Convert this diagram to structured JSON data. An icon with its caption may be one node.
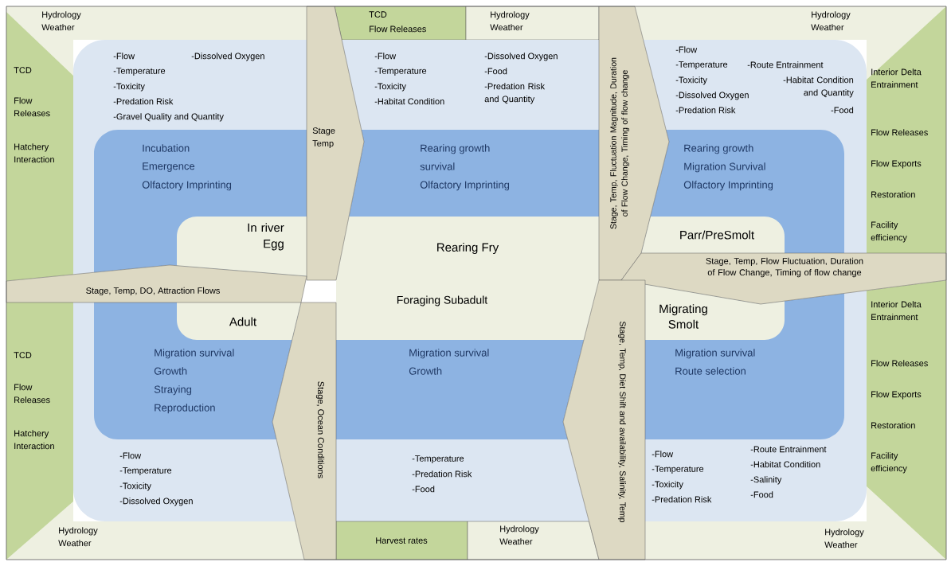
{
  "diagram": {
    "nodes": [
      {
        "text": [
          "Hydrology Weather"
        ]
      },
      {
        "text": [
          "TCD",
          "Flow Releases",
          "Hatchery Interaction"
        ]
      },
      {
        "text": [
          "-Flow",
          "-Dissolved Oxygen",
          "-Temperature",
          "-Toxicity",
          "-Predation Risk",
          "-Gravel Quality and Quantity"
        ]
      },
      {
        "text": [
          "Incubation",
          "Emergence",
          "Olfactory Imprinting"
        ],
        "in": 2
      },
      {
        "text": [
          "In river Egg"
        ],
        "in": 3
      },
      {
        "text": [
          "TCD",
          "Flow Releases"
        ]
      },
      {
        "text": [
          "Hydrology Weather"
        ]
      },
      {
        "text": [
          "-Flow",
          "-Temperature",
          "-Toxicity",
          "-Habitat Condition",
          "-Dissolved Oxygen",
          "-Food",
          "-Predation Risk and Quantity"
        ]
      },
      {
        "text": [
          "Rearing growth",
          "survival",
          "Olfactory Imprinting"
        ]
      },
      {
        "text": [
          "Rearing Fry"
        ]
      },
      {
        "text": [
          "Hydrology Weather"
        ]
      },
      {
        "text": [
          "Interior Delta Entrainment",
          "Flow Releases",
          "Flow Exports",
          "Restoration",
          "Facility efficiency"
        ]
      },
      {
        "text": [
          "-Flow",
          "-Temperature",
          "-Toxicity",
          "-Dissolved Oxygen",
          "-Predation Risk",
          "-Route Entrainment",
          "-Habitat Condition and Quantity",
          "-Food"
        ]
      },
      {
        "text": [
          "Rearing growth",
          "Migration Survival",
          "Olfactory Imprinting"
        ],
        "in": 12
      },
      {
        "text": [
          "Parr/PreSmolt"
        ],
        "in": 13
      },
      {
        "text": [
          "Hydrology Weather"
        ]
      },
      {
        "text": [
          "TCD",
          "Flow Releases",
          "Hatchery Interaction"
        ]
      },
      {
        "text": [
          "-Flow",
          "-Temperature",
          "-Toxicity",
          "-Dissolved Oxygen"
        ]
      },
      {
        "text": [
          "Migration survival",
          "Growth",
          "Straying",
          "Reproduction"
        ],
        "in": 17
      },
      {
        "text": [
          "Adult"
        ],
        "in": 18
      },
      {
        "text": [
          "Foraging Subadult"
        ]
      },
      {
        "text": [
          "Migration survival",
          "Growth"
        ]
      },
      {
        "text": [
          "-Temperature",
          "-Predation Risk",
          "-Food"
        ]
      },
      {
        "text": [
          "Harvest rates"
        ]
      },
      {
        "text": [
          "Hydrology Weather"
        ]
      },
      {
        "text": [
          "Hydrology Weather"
        ]
      },
      {
        "text": [
          "Interior Delta Entrainment",
          "Flow Releases",
          "Flow Exports",
          "Restoration",
          "Facility efficiency"
        ]
      },
      {
        "text": [
          "-Flow",
          "-Temperature",
          "-Toxicity",
          "-Predation Risk",
          "-Route Entrainment",
          "-Habitat Condition",
          "-Salinity",
          "-Food"
        ]
      },
      {
        "text": [
          "Migration survival",
          "Route selection"
        ],
        "in": 27
      },
      {
        "text": [
          "Migrating Smolt"
        ],
        "in": 28
      }
    ],
    "edges": [
      {
        "from": 4,
        "to": 9,
        "arrow": "to",
        "label": "Stage Temp"
      },
      {
        "from": 9,
        "to": 14,
        "arrow": "to",
        "label": "Stage, Temp, Fluctuation Magnitude, Duration of Flow Change, Timing of flow change"
      },
      {
        "from": 14,
        "to": 29,
        "arrow": "to",
        "label": "Stage, Temp, Flow Fluctuation, Duration of Flow Change, Timing of flow change"
      },
      {
        "from": 29,
        "to": 20,
        "arrow": "to",
        "label": "Stage, Temp, Diet Shift and availability, Salinity, Temp"
      },
      {
        "from": 20,
        "to": 19,
        "arrow": "to",
        "label": "Stage, Ocean Conditions"
      },
      {
        "from": 19,
        "to": 4,
        "arrow": "to",
        "label": "Stage, Temp, DO, Attraction Flows"
      }
    ]
  }
}
